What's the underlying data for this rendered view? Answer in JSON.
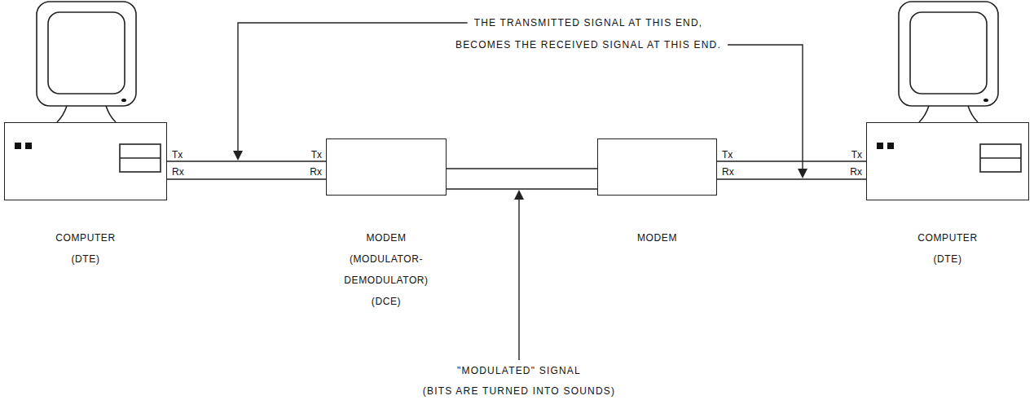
{
  "diagram": {
    "nodes": [
      {
        "text": [
          "COMPUTER (DTE)"
        ]
      },
      {
        "text": [
          "MODEM (MODULATOR- DEMODULATOR) (DCE)"
        ]
      },
      {
        "text": [
          "MODEM"
        ]
      },
      {
        "text": [
          "COMPUTER (DTE)"
        ]
      }
    ],
    "edges": [
      {
        "from": 0,
        "to": 1,
        "arrow": "none"
      },
      {
        "from": 1,
        "to": 2,
        "arrow": "none"
      },
      {
        "from": 2,
        "to": 3,
        "arrow": "none"
      }
    ],
    "labels": [
      "Tx",
      "Rx",
      "Tx",
      "Rx",
      "Tx",
      "Rx",
      "Tx",
      "Rx",
      "THE TRANSMITTED SIGNAL AT THIS END,",
      "BECOMES THE RECEIVED SIGNAL AT THIS END.",
      "\"MODULATED\" SIGNAL",
      "(BITS ARE TURNED INTO SOUNDS)"
    ]
  }
}
